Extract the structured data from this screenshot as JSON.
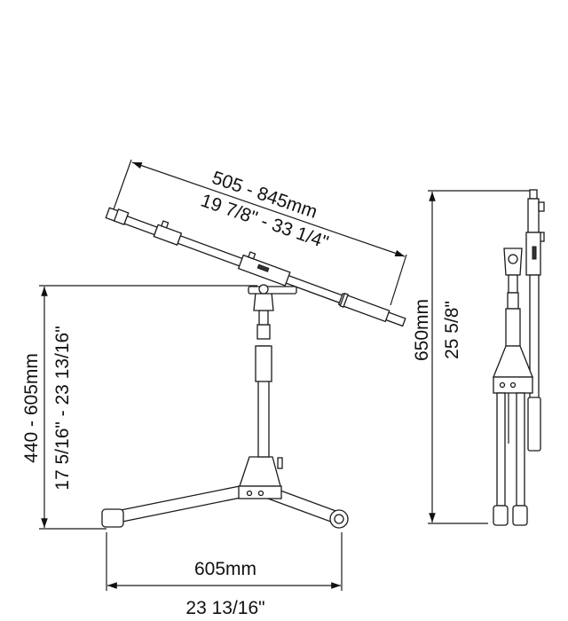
{
  "dimensions": {
    "boom_length_mm": "505 - 845mm",
    "boom_length_in": "19 7/8\" - 33 1/4\"",
    "height_mm": "440 - 605mm",
    "height_in": "17 5/16\" - 23 13/16\"",
    "base_width_mm": "605mm",
    "base_width_in": "23 13/16\"",
    "folded_length_mm": "650mm",
    "folded_length_in": "25 5/8\""
  },
  "colors": {
    "line": "#1a1a1a",
    "background": "#ffffff"
  }
}
